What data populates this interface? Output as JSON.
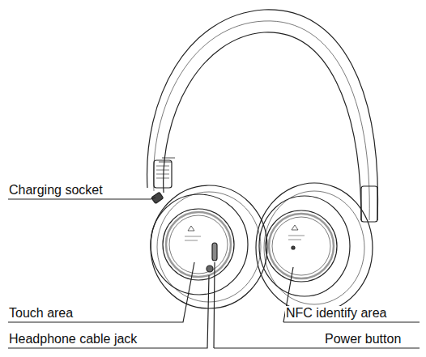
{
  "diagram": {
    "labels": [
      "Charging socket",
      "Touch area",
      "Headphone cable jack",
      "NFC identify area",
      "Power button"
    ]
  }
}
